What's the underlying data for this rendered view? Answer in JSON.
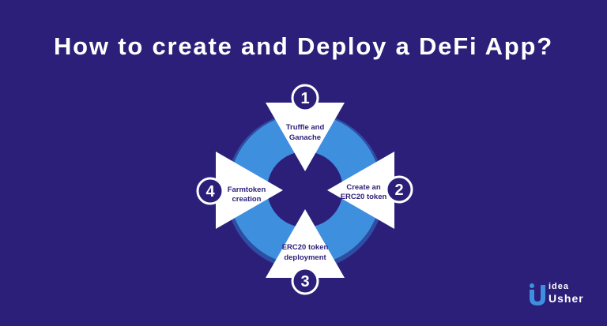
{
  "title": "How to create and Deploy a DeFi App?",
  "steps": [
    {
      "number": "1",
      "lines": [
        "Truffle and",
        "Ganache"
      ]
    },
    {
      "number": "2",
      "lines": [
        "Create an",
        "ERC20 token"
      ]
    },
    {
      "number": "3",
      "lines": [
        "ERC20 token",
        "deployment"
      ]
    },
    {
      "number": "4",
      "lines": [
        "Farmtoken",
        "creation"
      ]
    }
  ],
  "logo": {
    "top": "idea",
    "bottom": "Usher"
  },
  "colors": {
    "background": "#2c1f7a",
    "ring": "#3f8fdf",
    "ring_dark": "#2f74c4",
    "arrow": "#ffffff",
    "text_dark": "#2c1f7a",
    "logo_accent": "#3f8fdf"
  }
}
